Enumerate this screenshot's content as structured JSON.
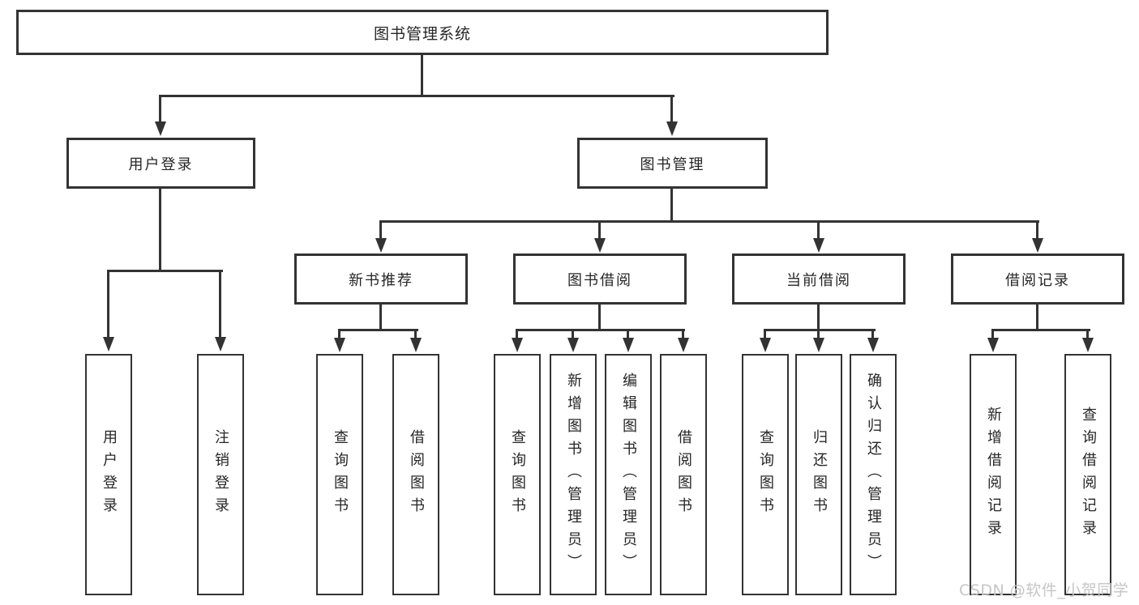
{
  "tree": {
    "root": {
      "label": "图书管理系统"
    },
    "branches": [
      {
        "label": "用户登录",
        "leaves": [
          {
            "label": "用户登录"
          },
          {
            "label": "注销登录"
          }
        ]
      },
      {
        "label": "图书管理",
        "groups": [
          {
            "label": "新书推荐",
            "leaves": [
              {
                "label": "查询图书"
              },
              {
                "label": "借阅图书"
              }
            ]
          },
          {
            "label": "图书借阅",
            "leaves": [
              {
                "label": "查询图书"
              },
              {
                "label": "新增图书（管理员）"
              },
              {
                "label": "编辑图书（管理员）"
              },
              {
                "label": "借阅图书"
              }
            ]
          },
          {
            "label": "当前借阅",
            "leaves": [
              {
                "label": "查询图书"
              },
              {
                "label": "归还图书"
              },
              {
                "label": "确认归还（管理员）"
              }
            ]
          },
          {
            "label": "借阅记录",
            "leaves": [
              {
                "label": "新增借阅记录"
              },
              {
                "label": "查询借阅记录"
              }
            ]
          }
        ]
      }
    ]
  },
  "watermark": "CSDN @软件_小贺同学",
  "colors": {
    "line": "#333333",
    "box_border": "#333333",
    "box_fill": "#ffffff",
    "text": "#262626",
    "watermark_text": "#c6c6c6"
  }
}
